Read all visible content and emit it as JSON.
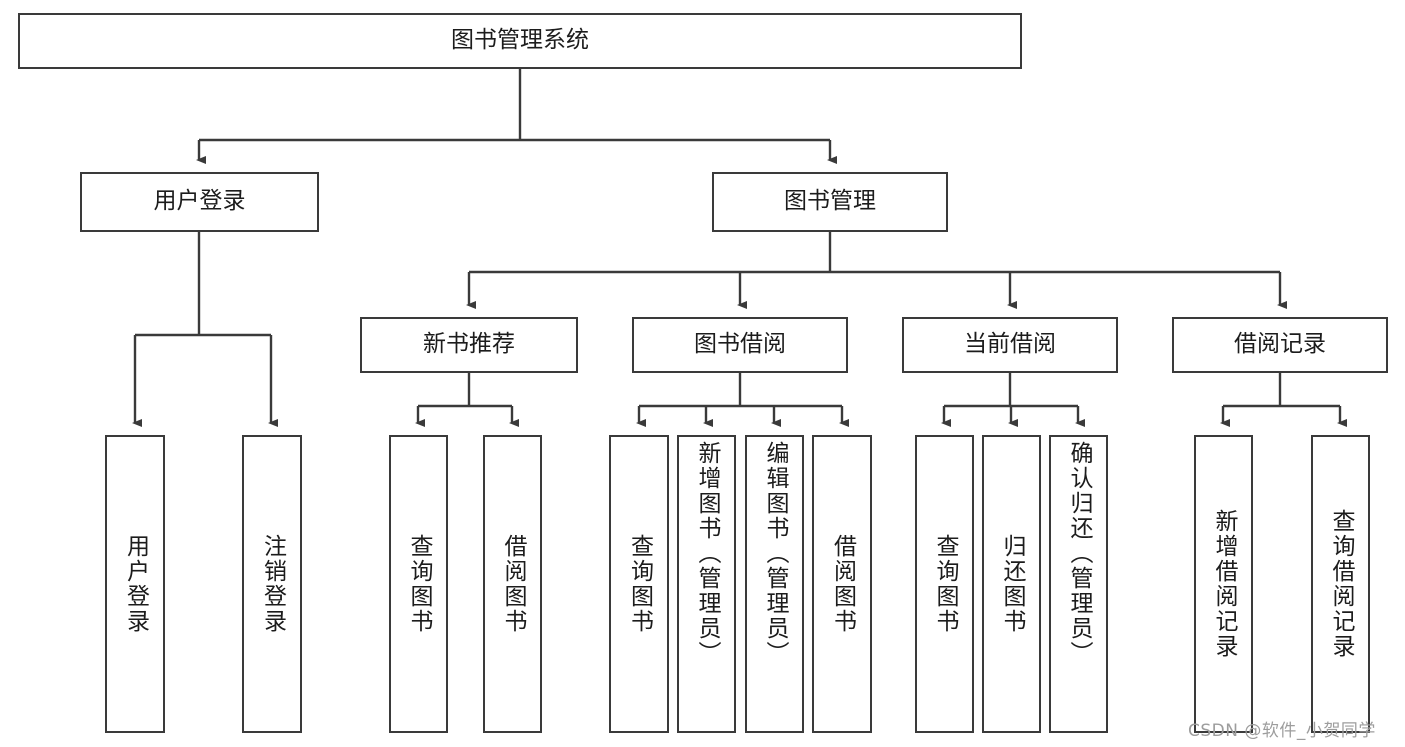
{
  "diagram": {
    "title": "图书管理系统",
    "type": "tree-hierarchy",
    "root": {
      "label": "图书管理系统"
    },
    "level2": [
      {
        "label": "用户登录"
      },
      {
        "label": "图书管理"
      }
    ],
    "level3": [
      {
        "label": "新书推荐"
      },
      {
        "label": "图书借阅"
      },
      {
        "label": "当前借阅"
      },
      {
        "label": "借阅记录"
      }
    ],
    "leaves": {
      "user_login": [
        {
          "label": "用户登录"
        },
        {
          "label": "注销登录"
        }
      ],
      "new_book_recommend": [
        {
          "label": "查询图书"
        },
        {
          "label": "借阅图书"
        }
      ],
      "book_borrow": [
        {
          "label": "查询图书"
        },
        {
          "label": "新增图书（管理员）"
        },
        {
          "label": "编辑图书（管理员）"
        },
        {
          "label": "借阅图书"
        }
      ],
      "current_borrow": [
        {
          "label": "查询图书"
        },
        {
          "label": "归还图书"
        },
        {
          "label": "确认归还（管理员）"
        }
      ],
      "borrow_record": [
        {
          "label": "新增借阅记录"
        },
        {
          "label": "查询借阅记录"
        }
      ]
    }
  },
  "watermark": {
    "text": "CSDN @软件_小贺同学"
  },
  "colors": {
    "stroke": "#3a3a3a",
    "text": "#1c1c1c",
    "background": "#ffffff",
    "watermark": "#9d9d9d"
  }
}
